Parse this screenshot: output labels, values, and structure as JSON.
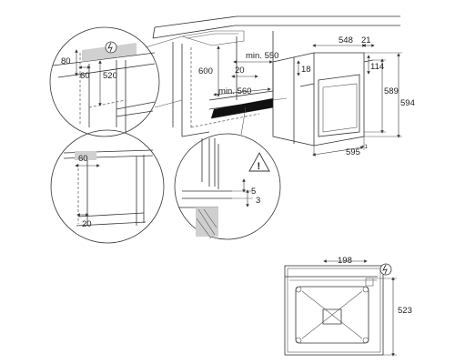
{
  "labels": {
    "c1_height": "80",
    "c1_depth": "60",
    "c1_front": "520",
    "cab_height": "600",
    "cab_width_top": "min. 550",
    "cab_gap_top": "20",
    "cab_width_bottom": "min. 560",
    "oven_depth": "548",
    "oven_front": "21",
    "oven_top": "18",
    "oven_panel": "114",
    "oven_inner_h": "589",
    "oven_outer_h": "594",
    "oven_width": "595",
    "oven_width_tol": "+1",
    "c2_depth": "60",
    "c2_bottom": "20",
    "c3_gap1": "5",
    "c3_gap2": "3",
    "rear_offset": "198",
    "rear_height": "523"
  },
  "icons": {
    "power": "power-plug-icon",
    "warning": "warning-icon"
  }
}
